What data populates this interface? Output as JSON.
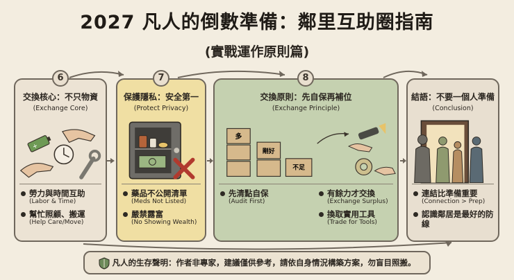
{
  "title": "2027 凡人的倒數準備：鄰里互助圈指南",
  "subtitle": "(實戰運作原則篇)",
  "panels": [
    {
      "number": "6",
      "title": "交換核心：不只物資",
      "subtitle": "(Exchange Core)",
      "bullets": [
        {
          "text": "勞力與時間互助",
          "en": "(Labor & Time)"
        },
        {
          "text": "幫忙照顧、搬運",
          "en": "(Help Care/Move)"
        }
      ]
    },
    {
      "number": "7",
      "title": "保護隱私：安全第一",
      "subtitle": "(Protect Privacy)",
      "bullets": [
        {
          "text": "藥品不公開清單",
          "en": "(Meds Not Listed)"
        },
        {
          "text": "嚴禁露富",
          "en": "(No Showing Wealth)"
        }
      ]
    },
    {
      "number": "8",
      "title": "交換原則：先自保再補位",
      "subtitle": "(Exchange Principle)",
      "box_labels": [
        "多",
        "剛好",
        "不足"
      ],
      "bullets_left": [
        {
          "text": "先清點自保",
          "en": "(Audit First)"
        }
      ],
      "bullets_right": [
        {
          "text": "有餘力才交換",
          "en": "(Exchange Surplus)"
        },
        {
          "text": "換取實用工具",
          "en": "(Trade for Tools)"
        }
      ]
    },
    {
      "number": "",
      "title": "結語：不要一個人準備",
      "subtitle": "(Conclusion)",
      "bullets": [
        {
          "text": "連結比準備重要",
          "en": "(Connection > Prep)"
        },
        {
          "text": "認識鄰居是最好的防線",
          "en": ""
        }
      ]
    }
  ],
  "footer": "凡人的生存聲明：作者非專家，建議僅供參考，請依自身情況構築方案，勿盲目照搬。",
  "icons": {
    "p6": [
      "battery-icon",
      "clock-icon",
      "wrench-icon",
      "handshake-icon"
    ],
    "p7": [
      "safe-icon",
      "medicine-icon",
      "cash-icon",
      "cross-mark-icon"
    ],
    "p8": [
      "boxes-icon",
      "flashlight-icon",
      "tape-icon"
    ],
    "p9": [
      "door-icon",
      "neighbors-icon"
    ],
    "footer": [
      "shield-icon"
    ]
  },
  "colors": {
    "background": "#f3ede0",
    "panel6": "#ece3d4",
    "panel7": "#f0dfa3",
    "panel8": "#c5d1b0",
    "panel9": "#e8dfd0",
    "border": "#6f675c"
  }
}
